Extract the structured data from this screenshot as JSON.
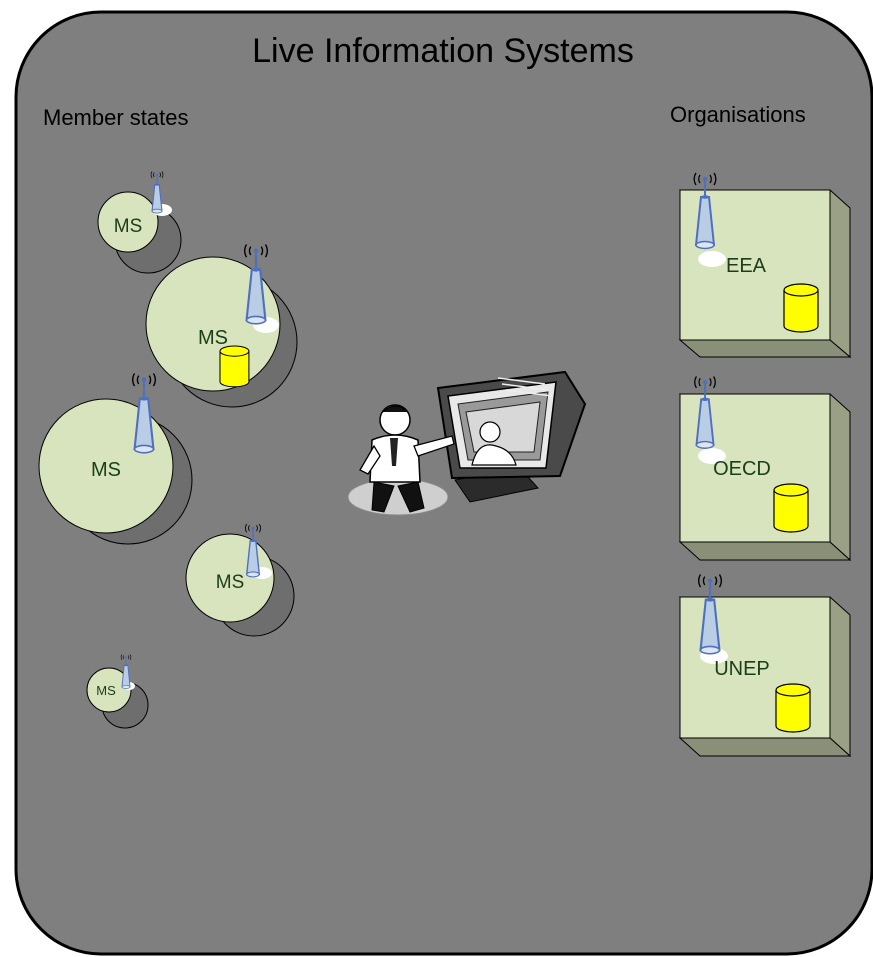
{
  "title": "Live Information Systems",
  "left_heading": "Member states",
  "right_heading": "Organisations",
  "member_states": [
    {
      "label": "MS",
      "has_database": false
    },
    {
      "label": "MS",
      "has_database": true
    },
    {
      "label": "MS",
      "has_database": false
    },
    {
      "label": "MS",
      "has_database": false
    },
    {
      "label": "MS",
      "has_database": false
    }
  ],
  "organisations": [
    {
      "label": "EEA",
      "has_database": true
    },
    {
      "label": "OECD",
      "has_database": true
    },
    {
      "label": "UNEP",
      "has_database": true
    }
  ],
  "signal_glyph": "((·))",
  "icons": {
    "antenna": "antenna-icon",
    "database": "database-icon",
    "presenter": "presenter-at-computer-icon"
  },
  "colors": {
    "panel": "#7f7f7f",
    "border": "#000000",
    "title_text": "#000000",
    "node_fill": "#d7e4bd",
    "node_shadow": "#6e6e6e",
    "box_fill": "#d7e4bd",
    "node_text": "#1a3d1a",
    "antenna": "#4f6fbf",
    "antenna_fill": "#b9cde5",
    "database": "#ffff00"
  }
}
